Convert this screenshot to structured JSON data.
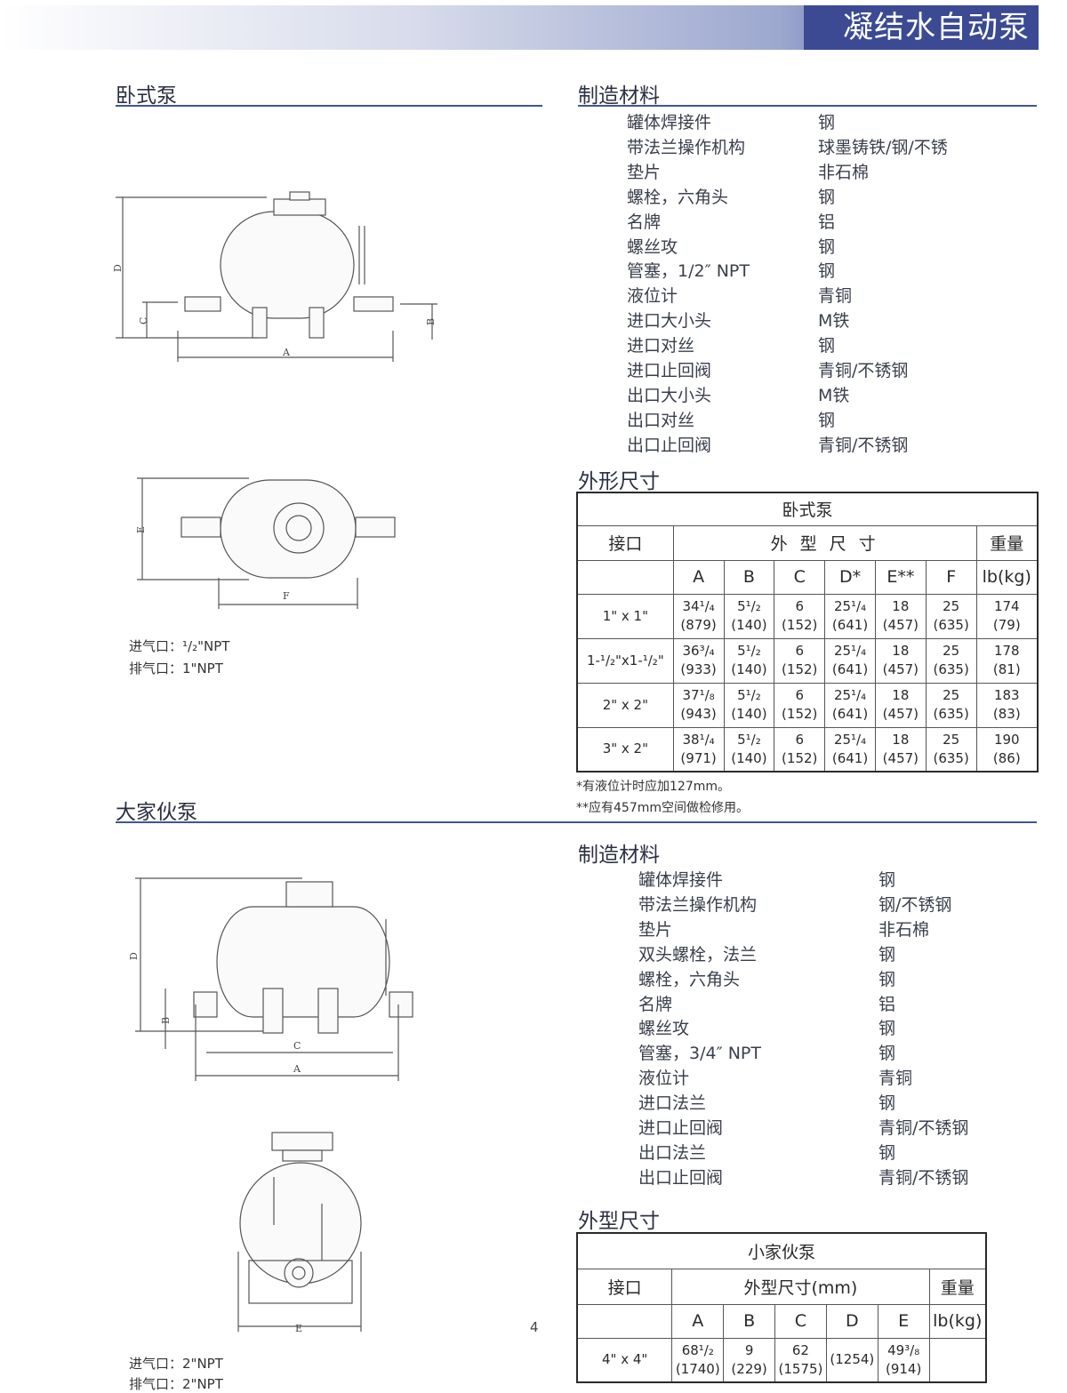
{
  "header": {
    "title": "凝结水自动泵"
  },
  "section1": {
    "title": "卧式泵",
    "materials_title": "制造材料",
    "materials": [
      {
        "name": "罐体焊接件",
        "value": "钢"
      },
      {
        "name": "带法兰操作机构",
        "value": "球墨铸铁/钢/不锈"
      },
      {
        "name": "垫片",
        "value": "非石棉"
      },
      {
        "name": "螺栓，六角头",
        "value": "钢"
      },
      {
        "name": "名牌",
        "value": "铝"
      },
      {
        "name": "螺丝攻",
        "value": "钢"
      },
      {
        "name": "管塞，1/2″ NPT",
        "value": "钢"
      },
      {
        "name": "液位计",
        "value": "青铜"
      },
      {
        "name": "进口大小头",
        "value": "M铁"
      },
      {
        "name": "进口对丝",
        "value": "钢"
      },
      {
        "name": "进口止回阀",
        "value": "青铜/不锈钢"
      },
      {
        "name": "出口大小头",
        "value": "M铁"
      },
      {
        "name": "出口对丝",
        "value": "钢"
      },
      {
        "name": "出口止回阀",
        "value": "青铜/不锈钢"
      }
    ],
    "dims_title": "外形尺寸",
    "table": {
      "caption": "卧式泵",
      "port_header": "接口",
      "size_header": "外 型 尺 寸",
      "weight_header": "重量",
      "cols": [
        "A",
        "B",
        "C",
        "D*",
        "E**",
        "F",
        "lb(kg)"
      ],
      "rows": [
        {
          "port": "1\" x 1\"",
          "vals": [
            [
              "34¹/₄",
              "(879)"
            ],
            [
              "5¹/₂",
              "(140)"
            ],
            [
              "6",
              "(152)"
            ],
            [
              "25¹/₄",
              "(641)"
            ],
            [
              "18",
              "(457)"
            ],
            [
              "25",
              "(635)"
            ],
            [
              "174",
              "(79)"
            ]
          ]
        },
        {
          "port": "1-¹/₂\"x1-¹/₂\"",
          "vals": [
            [
              "36³/₄",
              "(933)"
            ],
            [
              "5¹/₂",
              "(140)"
            ],
            [
              "6",
              "(152)"
            ],
            [
              "25¹/₄",
              "(641)"
            ],
            [
              "18",
              "(457)"
            ],
            [
              "25",
              "(635)"
            ],
            [
              "178",
              "(81)"
            ]
          ]
        },
        {
          "port": "2\" x 2\"",
          "vals": [
            [
              "37¹/₈",
              "(943)"
            ],
            [
              "5¹/₂",
              "(140)"
            ],
            [
              "6",
              "(152)"
            ],
            [
              "25¹/₄",
              "(641)"
            ],
            [
              "18",
              "(457)"
            ],
            [
              "25",
              "(635)"
            ],
            [
              "183",
              "(83)"
            ]
          ]
        },
        {
          "port": "3\" x 2\"",
          "vals": [
            [
              "38¹/₄",
              "(971)"
            ],
            [
              "5¹/₂",
              "(140)"
            ],
            [
              "6",
              "(152)"
            ],
            [
              "25¹/₄",
              "(641)"
            ],
            [
              "18",
              "(457)"
            ],
            [
              "25",
              "(635)"
            ],
            [
              "190",
              "(86)"
            ]
          ]
        }
      ]
    },
    "notes": [
      "*有液位计时应加127mm。",
      "**应有457mm空间做检修用。"
    ],
    "inlet_vent": "进气口：¹/₂\"NPT",
    "exhaust_vent": "排气口：1\"NPT",
    "drawing_labels": {
      "a": "A",
      "b": "B",
      "c": "C",
      "d": "D",
      "e": "E",
      "f": "F"
    }
  },
  "section2": {
    "title": "大家伙泵",
    "materials_title": "制造材料",
    "materials": [
      {
        "name": "罐体焊接件",
        "value": "钢"
      },
      {
        "name": "带法兰操作机构",
        "value": "钢/不锈钢"
      },
      {
        "name": "垫片",
        "value": "非石棉"
      },
      {
        "name": "双头螺栓，法兰",
        "value": "钢"
      },
      {
        "name": "螺栓，六角头",
        "value": "钢"
      },
      {
        "name": "名牌",
        "value": "铝"
      },
      {
        "name": "螺丝攻",
        "value": "钢"
      },
      {
        "name": "管塞，3/4″ NPT",
        "value": "钢"
      },
      {
        "name": "液位计",
        "value": "青铜"
      },
      {
        "name": "进口法兰",
        "value": "钢"
      },
      {
        "name": "进口止回阀",
        "value": "青铜/不锈钢"
      },
      {
        "name": "出口法兰",
        "value": "钢"
      },
      {
        "name": "出口止回阀",
        "value": "青铜/不锈钢"
      }
    ],
    "dims_title": "外型尺寸",
    "table": {
      "caption": "小家伙泵",
      "port_header": "接口",
      "size_header": "外型尺寸(mm)",
      "weight_header": "重量",
      "cols": [
        "A",
        "B",
        "C",
        "D",
        "E",
        "lb(kg)"
      ],
      "rows": [
        {
          "port": "4\" x 4\"",
          "vals": [
            [
              "68¹/₂",
              "(1740)"
            ],
            [
              "9",
              "(229)"
            ],
            [
              "62",
              "(1575)"
            ],
            [
              "",
              "(1254)"
            ],
            [
              "49³/₈",
              "(914)"
            ],
            [
              "",
              ""
            ]
          ]
        }
      ]
    },
    "inlet_vent": "进气口：2\"NPT",
    "exhaust_vent": "排气口：2\"NPT",
    "drawing_labels": {
      "a": "A",
      "b": "B",
      "c": "C",
      "d": "D",
      "e": "E"
    }
  },
  "page_number": "4"
}
